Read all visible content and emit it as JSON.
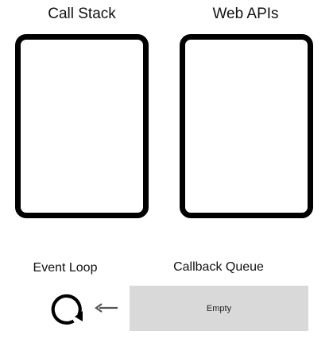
{
  "call_stack": {
    "title": "Call Stack"
  },
  "web_apis": {
    "title": "Web APIs"
  },
  "event_loop": {
    "label": "Event Loop",
    "icon": "refresh-loop-icon"
  },
  "callback_queue": {
    "label": "Callback Queue",
    "status": "Empty"
  },
  "arrow": {
    "icon": "arrow-left-icon"
  },
  "colors": {
    "panel_border": "#000000",
    "queue_background": "#d9d9d9",
    "arrow": "#555555"
  }
}
